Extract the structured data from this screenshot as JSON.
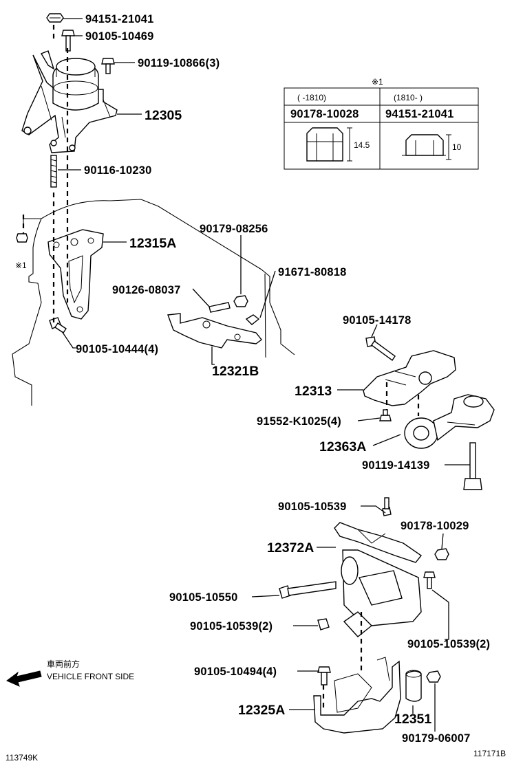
{
  "labels": {
    "p94151_top": "94151-21041",
    "p90105_10469": "90105-10469",
    "p90119_10866": "90119-10866(3)",
    "p12305": "12305",
    "p90116": "90116-10230",
    "p90179_08256": "90179-08256",
    "p12315A": "12315A",
    "p91671": "91671-80818",
    "p90126": "90126-08037",
    "p90105_10444": "90105-10444(4)",
    "p12321B": "12321B",
    "p90105_14178": "90105-14178",
    "p12313": "12313",
    "p91552": "91552-K1025(4)",
    "p12363A": "12363A",
    "p90119_14139": "90119-14139",
    "p90105_10539a": "90105-10539",
    "p90178_10029": "90178-10029",
    "p12372A": "12372A",
    "p90105_10550": "90105-10550",
    "p90105_10539b": "90105-10539(2)",
    "p90105_10539c": "90105-10539(2)",
    "p90105_10494": "90105-10494(4)",
    "p12325A": "12325A",
    "p12351": "12351",
    "p90179_06007": "90179-06007",
    "note_mark": "※1",
    "note_mark_small": "※1"
  },
  "table": {
    "title": "※1",
    "col1_range": "(    -1810)",
    "col2_range": "(1810-    )",
    "col1_part": "90178-10028",
    "col2_part": "94151-21041",
    "col1_dim": "14.5",
    "col2_dim": "10"
  },
  "front": {
    "jp": "車両前方",
    "en": "VEHICLE FRONT SIDE"
  },
  "footer": {
    "left_id": "113749K",
    "right_id": "117171B"
  }
}
